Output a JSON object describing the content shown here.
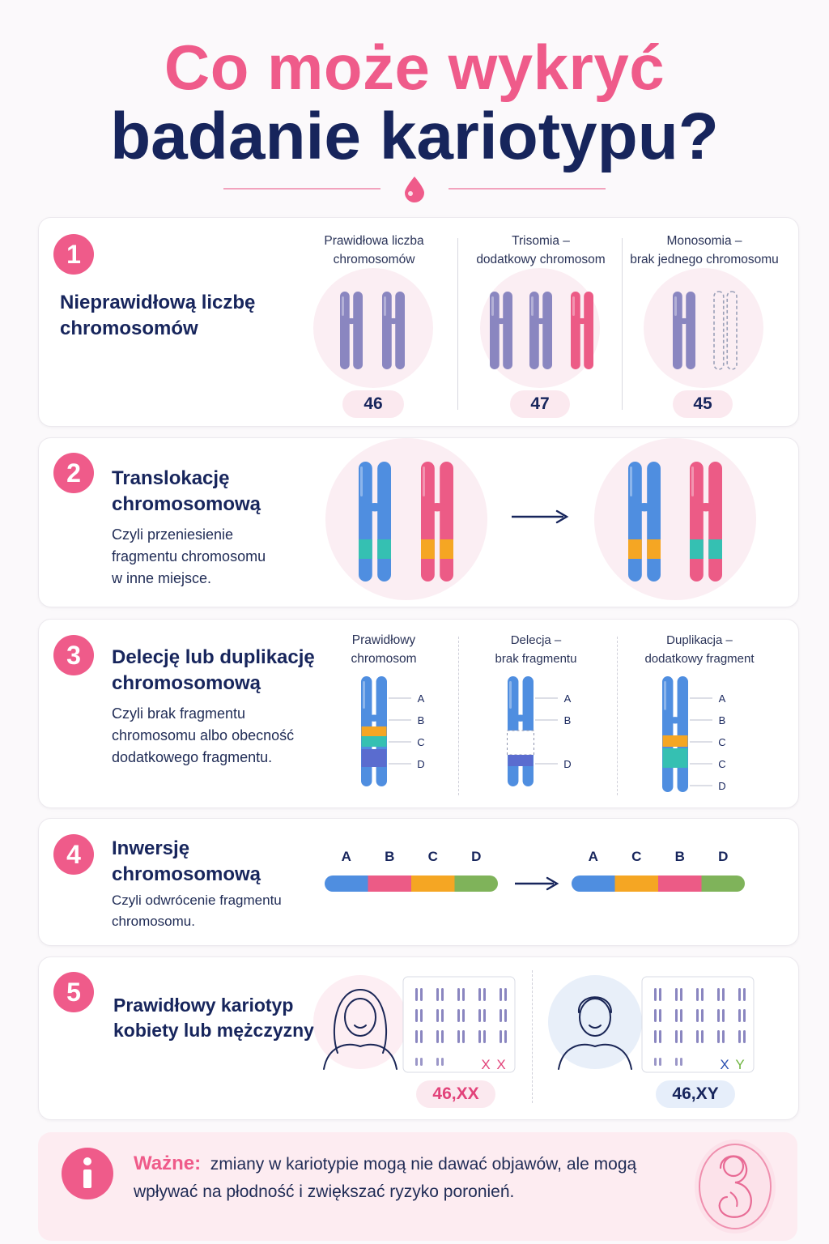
{
  "title": {
    "line1": "Co może wykryć",
    "line2": "badanie kariotypu?"
  },
  "colors": {
    "accent": "#ef5b8a",
    "navy": "#17255c",
    "purple": "#8a86c0",
    "blue": "#4f8ee0",
    "pink": "#ec5b86",
    "teal": "#35c0b2",
    "orange": "#f5a623",
    "green": "#7fb35a"
  },
  "s1": {
    "num": "1",
    "heading": [
      "Nieprawidłową liczbę",
      "chromosomów"
    ],
    "cols": [
      {
        "caption": [
          "Prawidłowa liczba",
          "chromosomów"
        ],
        "count": "46"
      },
      {
        "caption": [
          "Trisomia –",
          "dodatkowy chromosom"
        ],
        "count": "47"
      },
      {
        "caption": [
          "Monosomia –",
          "brak jednego chromosomu"
        ],
        "count": "45"
      }
    ]
  },
  "s2": {
    "num": "2",
    "heading": [
      "Translokację",
      "chromosomową"
    ],
    "desc": [
      "Czyli przeniesienie",
      "fragmentu chromosomu",
      "w inne miejsce."
    ]
  },
  "s3": {
    "num": "3",
    "heading": [
      "Delecję lub duplikację",
      "chromosomową"
    ],
    "desc": [
      "Czyli brak fragmentu",
      "chromosomu albo obecność",
      "dodatkowego fragmentu."
    ],
    "cols": [
      {
        "caption": [
          "Prawidłowy",
          "chromosom"
        ],
        "labels": [
          "A",
          "B",
          "C",
          "D"
        ]
      },
      {
        "caption": [
          "Delecja –",
          "brak fragmentu"
        ],
        "labels": [
          "A",
          "B",
          "D"
        ]
      },
      {
        "caption": [
          "Duplikacja –",
          "dodatkowy fragment"
        ],
        "labels": [
          "A",
          "B",
          "C",
          "C",
          "D"
        ]
      }
    ]
  },
  "s4": {
    "num": "4",
    "heading": [
      "Inwersję",
      "chromosomową"
    ],
    "desc": [
      "Czyli odwrócenie fragmentu",
      "chromosomu."
    ],
    "before": [
      "A",
      "B",
      "C",
      "D"
    ],
    "after": [
      "A",
      "C",
      "B",
      "D"
    ]
  },
  "s5": {
    "num": "5",
    "heading": [
      "Prawidłowy kariotyp",
      "kobiety lub mężczyzny"
    ],
    "female": {
      "sex1": "X",
      "sex2": "X",
      "label": "46,XX"
    },
    "male": {
      "sex1": "X",
      "sex2": "Y",
      "label": "46,XY"
    }
  },
  "info": {
    "icon": "i",
    "label": "Ważne:",
    "text1": "zmiany w kariotypie mogą nie dawać objawów, ale mogą",
    "text2": "wpływać na płodność i zwiększać ryzyko poronień."
  }
}
